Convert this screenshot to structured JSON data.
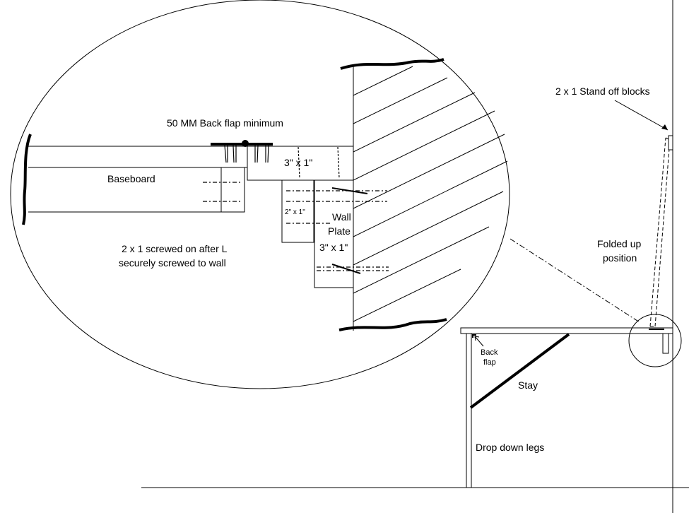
{
  "labels": {
    "stand_off_blocks": "2 x 1 Stand off blocks",
    "back_flap_minimum": "50 MM Back flap minimum",
    "baseboard": "Baseboard",
    "three_by_one_top": "3\" x 1\"",
    "two_by_one": "2\" x 1\"",
    "wall": "Wall",
    "plate": "Plate",
    "three_by_one_lower": "3\" x 1\"",
    "screwed_on_line1": "2 x 1 screwed on after L",
    "screwed_on_line2": "securely screwed to wall",
    "folded_line1": "Folded up",
    "folded_line2": "position",
    "back": "Back",
    "flap": "flap",
    "stay": "Stay",
    "drop_down_legs": "Drop down legs"
  }
}
